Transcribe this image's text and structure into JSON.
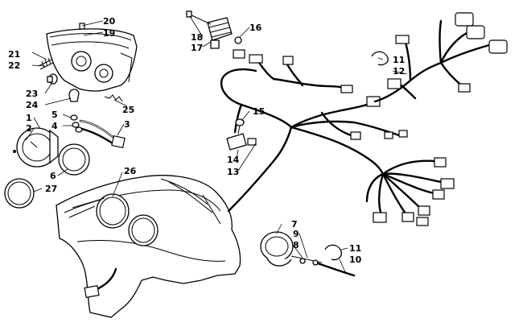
{
  "callouts": [
    {
      "id": "c1",
      "text": "1"
    },
    {
      "id": "c2",
      "text": "2"
    },
    {
      "id": "c3",
      "text": "3"
    },
    {
      "id": "c4",
      "text": "4"
    },
    {
      "id": "c5",
      "text": "5"
    },
    {
      "id": "c6",
      "text": "6"
    },
    {
      "id": "c7",
      "text": "7"
    },
    {
      "id": "c8",
      "text": "8"
    },
    {
      "id": "c9",
      "text": "9"
    },
    {
      "id": "c10",
      "text": "10"
    },
    {
      "id": "c11a",
      "text": "11"
    },
    {
      "id": "c11b",
      "text": "11"
    },
    {
      "id": "c12",
      "text": "12"
    },
    {
      "id": "c13",
      "text": "13"
    },
    {
      "id": "c14",
      "text": "14"
    },
    {
      "id": "c15",
      "text": "15"
    },
    {
      "id": "c16",
      "text": "16"
    },
    {
      "id": "c17",
      "text": "17"
    },
    {
      "id": "c18",
      "text": "18"
    },
    {
      "id": "c19",
      "text": "19"
    },
    {
      "id": "c20",
      "text": "20"
    },
    {
      "id": "c21",
      "text": "21"
    },
    {
      "id": "c22",
      "text": "22"
    },
    {
      "id": "c23",
      "text": "23"
    },
    {
      "id": "c24",
      "text": "24"
    },
    {
      "id": "c25",
      "text": "25"
    },
    {
      "id": "c26",
      "text": "26"
    },
    {
      "id": "c27",
      "text": "27"
    }
  ]
}
